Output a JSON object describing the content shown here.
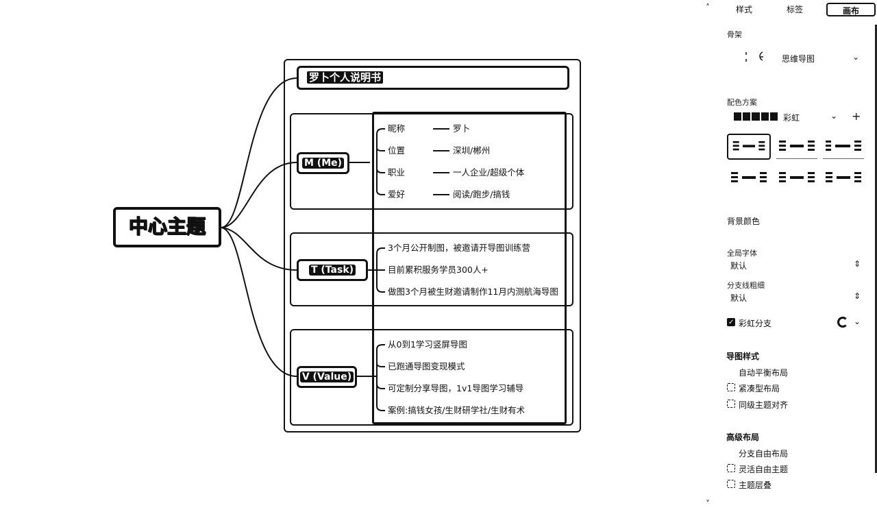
{
  "canvas": {
    "central_topic": "中心主题",
    "title_node": "罗卜个人说明书",
    "sections": [
      {
        "label": "M (Me)",
        "items": [
          {
            "key": "昵称",
            "value": "罗卜"
          },
          {
            "key": "位置",
            "value": "深圳/郴州"
          },
          {
            "key": "职业",
            "value": "一人企业/超级个体"
          },
          {
            "key": "爱好",
            "value": "阅读/跑步/搞钱"
          }
        ]
      },
      {
        "label": "T (Task)",
        "items": [
          {
            "text": "3个月公开制图，被邀请开导图训练营"
          },
          {
            "text": "目前累积服务学员300人+"
          },
          {
            "text": "做图3个月被生财邀请制作11月内测航海导图"
          }
        ]
      },
      {
        "label": "V (Value)",
        "items": [
          {
            "text": "从0到1学习竖屏导图"
          },
          {
            "text": "已跑通导图变现模式"
          },
          {
            "text": "可定制分享导图，1v1导图学习辅导"
          },
          {
            "text": "案例:搞钱女孩/生财研学社/生财有术"
          }
        ]
      }
    ]
  },
  "panel": {
    "tabs": [
      {
        "label": "样式",
        "active": false
      },
      {
        "label": "标签",
        "active": false
      },
      {
        "label": "画布",
        "active": true
      }
    ],
    "structure": {
      "label": "骨架",
      "value": "思维导图"
    },
    "color_scheme": {
      "label": "配色方案",
      "value": "彩虹",
      "add_symbol": "+"
    },
    "background": {
      "label": "背景颜色"
    },
    "global_font": {
      "label": "全局字体",
      "value": "默认"
    },
    "branch_line": {
      "label": "分支线粗细",
      "value": "默认"
    },
    "rainbow_branch": {
      "label": "彩虹分支",
      "checked": true
    },
    "map_style": {
      "heading": "导图样式",
      "options": [
        {
          "label": "自动平衡布局",
          "checked": false
        },
        {
          "label": "紧凑型布局",
          "checked": false
        },
        {
          "label": "同级主题对齐",
          "checked": false
        }
      ]
    },
    "advanced_layout": {
      "heading": "高级布局",
      "options": [
        {
          "label": "分支自由布局",
          "checked": false
        },
        {
          "label": "灵活自由主题",
          "checked": false
        },
        {
          "label": "主题层叠",
          "checked": false
        }
      ]
    }
  },
  "colors": {
    "ink": "#111111",
    "background": "#ffffff"
  }
}
